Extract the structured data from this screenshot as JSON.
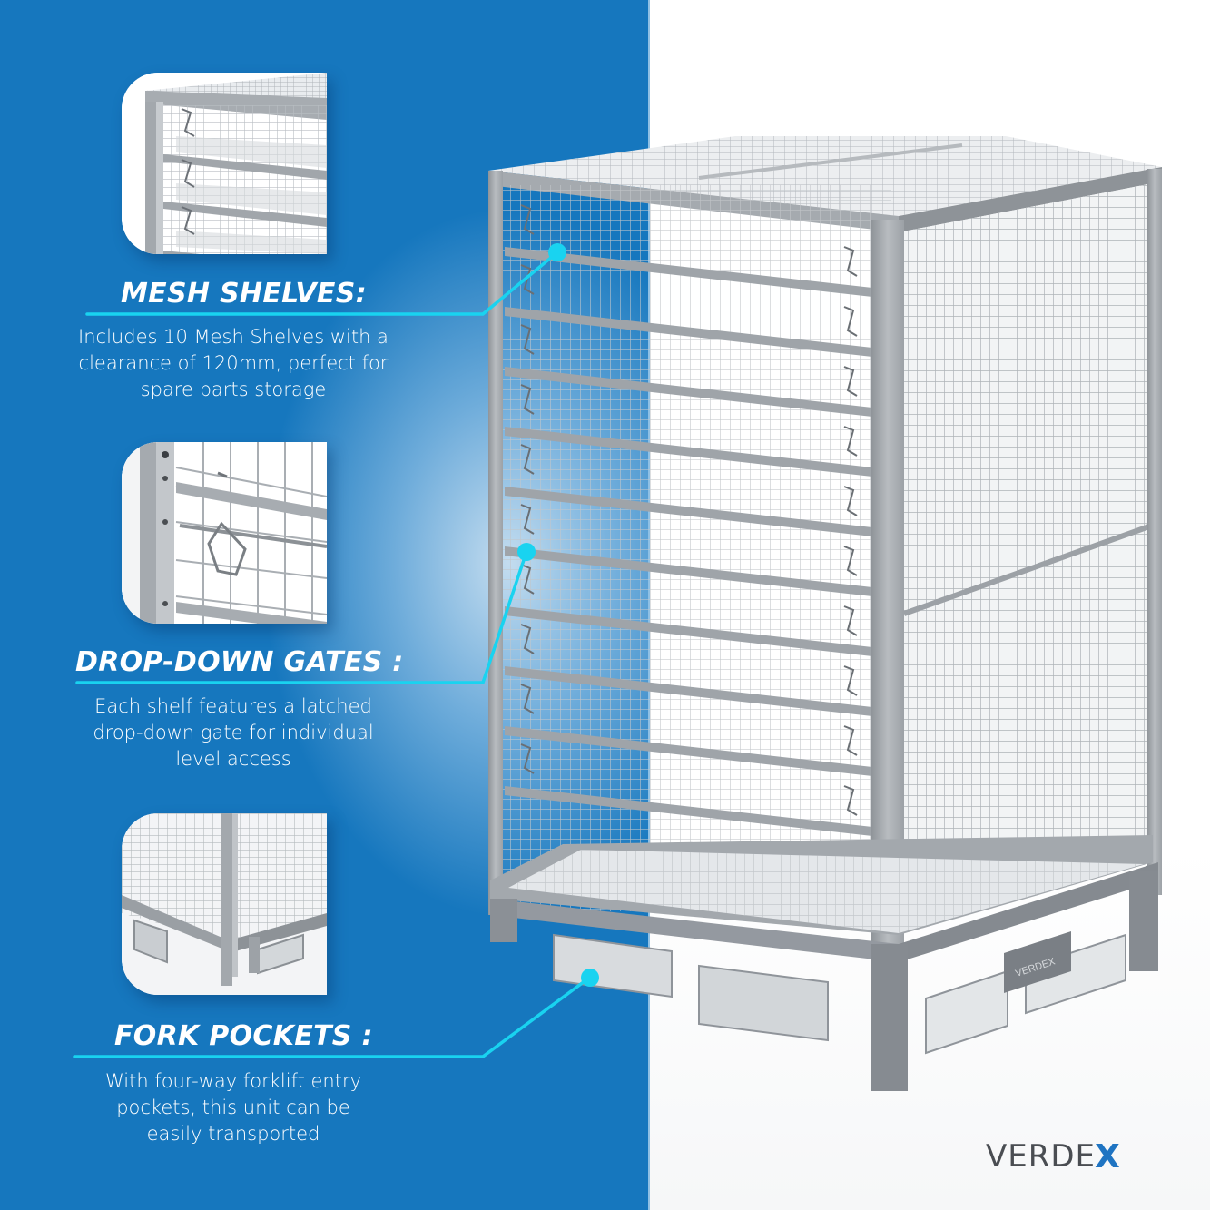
{
  "colors": {
    "panel_blue": "#1677be",
    "accent_cyan": "#19d3f0",
    "text_white": "#ffffff",
    "logo_gray": "#4a4d52",
    "logo_blue": "#1f74c2",
    "steel": "#9ea3a8"
  },
  "features": [
    {
      "title": "MESH SHELVES:",
      "description_lines": [
        "Includes 10 Mesh Shelves with a",
        "clearance of 120mm, perfect for",
        "spare parts storage"
      ],
      "inset_image": "mesh-shelves-closeup"
    },
    {
      "title": "DROP-DOWN GATES :",
      "description_lines": [
        "Each shelf features a latched",
        "drop-down gate for individual",
        "level access"
      ],
      "inset_image": "drop-down-gate-closeup"
    },
    {
      "title": "FORK POCKETS :",
      "description_lines": [
        "With four-way forklift entry",
        "pockets, this unit can be",
        "easily transported"
      ],
      "inset_image": "fork-pockets-closeup"
    }
  ],
  "product": {
    "name": "galvanised mesh shelving cage with pallet base",
    "shelf_count": 10,
    "base_stamp": "VERDEX"
  },
  "brand": {
    "logo_main": "VERDE",
    "logo_accent": "X"
  }
}
